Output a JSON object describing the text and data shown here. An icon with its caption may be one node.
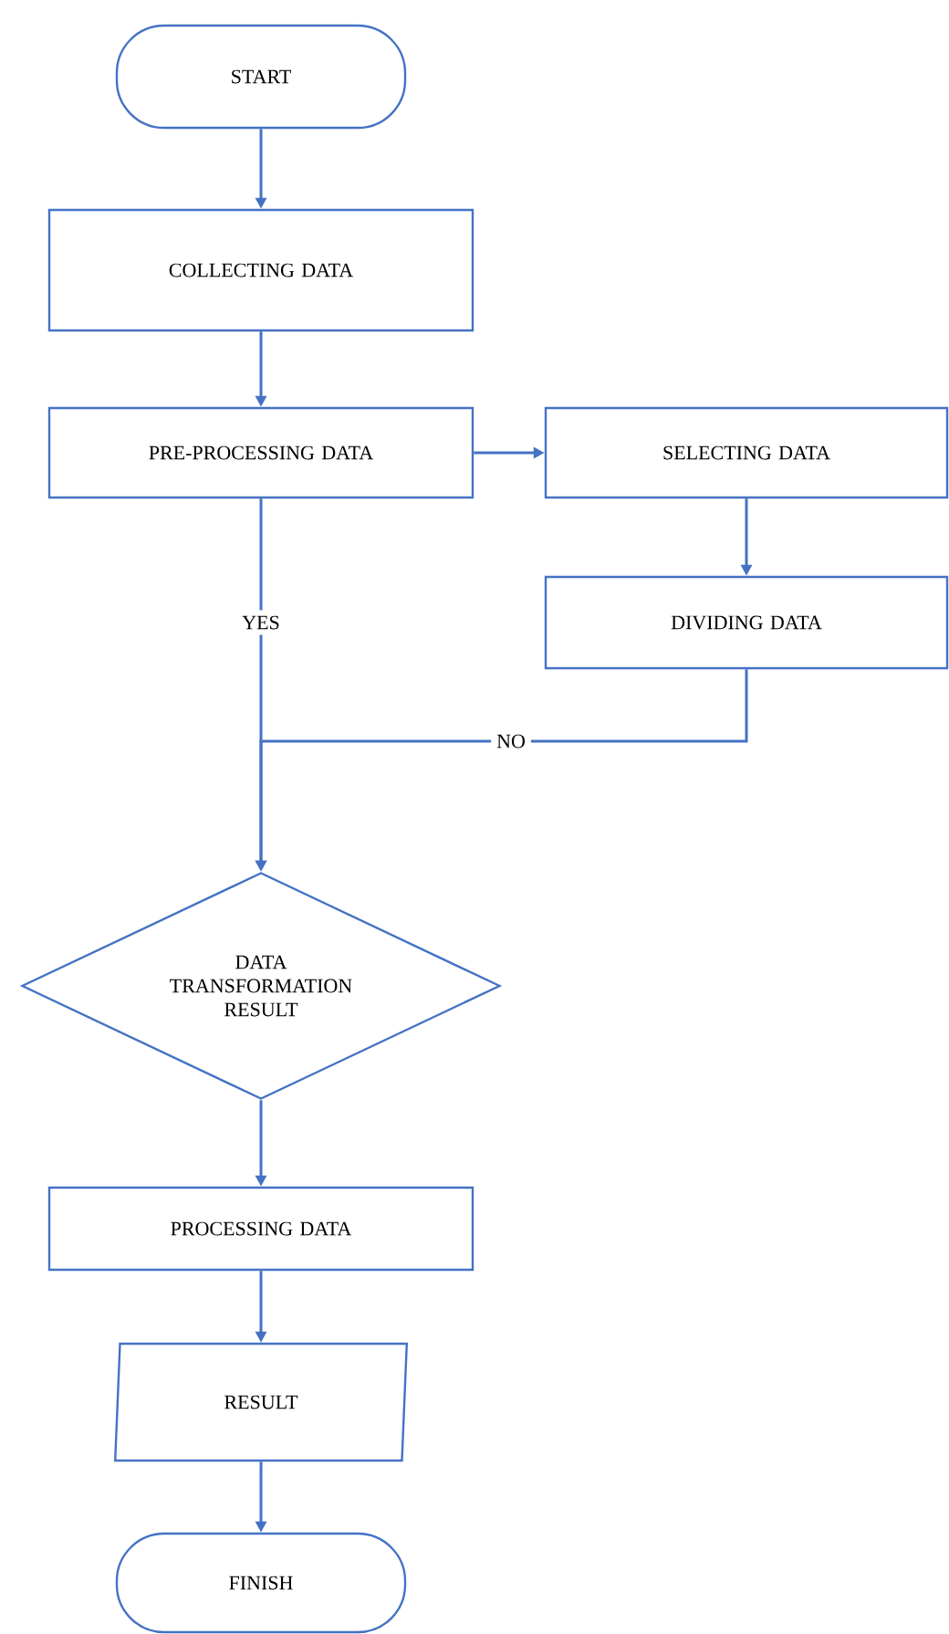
{
  "diagram": {
    "nodes": [
      {
        "text": [
          "START"
        ]
      },
      {
        "text": [
          "COLLECTING DATA"
        ]
      },
      {
        "text": [
          "PRE-PROCESSING DATA"
        ]
      },
      {
        "text": [
          "SELECTING DATA"
        ]
      },
      {
        "text": [
          "DIVIDING DATA"
        ]
      },
      {
        "text": [
          "DATA TRANSFORMATION RESULT"
        ]
      },
      {
        "text": [
          "PROCESSING DATA"
        ]
      },
      {
        "text": [
          "RESULT"
        ]
      },
      {
        "text": [
          "FINISH"
        ]
      }
    ],
    "edges": [
      {
        "from": 0,
        "to": 1,
        "arrow": "to"
      },
      {
        "from": 1,
        "to": 2,
        "arrow": "to"
      },
      {
        "from": 2,
        "to": 3,
        "arrow": "to"
      },
      {
        "from": 3,
        "to": 4,
        "arrow": "to"
      },
      {
        "from": 2,
        "to": 5,
        "arrow": "to",
        "label": "YES"
      },
      {
        "from": 4,
        "to": 5,
        "arrow": "to",
        "label": "NO"
      },
      {
        "from": 5,
        "to": 6,
        "arrow": "to"
      },
      {
        "from": 6,
        "to": 7,
        "arrow": "to"
      },
      {
        "from": 7,
        "to": 8,
        "arrow": "to"
      }
    ]
  }
}
